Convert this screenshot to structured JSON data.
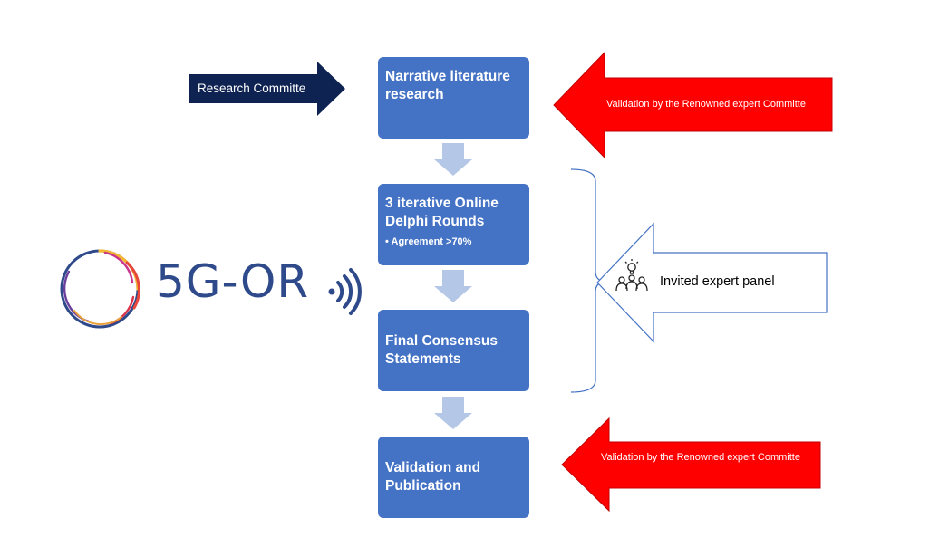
{
  "steps": [
    {
      "title": "Narrative literature research",
      "sub": ""
    },
    {
      "title": "3 iterative Online Delphi Rounds",
      "sub": "• Agreement >70%"
    },
    {
      "title": "Final Consensus Statements",
      "sub": ""
    },
    {
      "title": "Validation and Publication",
      "sub": ""
    }
  ],
  "side_arrows": {
    "research_committee": "Research Committe",
    "validation_top": "Validation by the Renowned expert Committe",
    "validation_bottom": "Validation by the Renowned expert Committe",
    "expert_panel": "Invited expert panel"
  },
  "logo": {
    "text": "5G-OR"
  },
  "colors": {
    "box": "#4472c4",
    "connector": "#b4c7e7",
    "navy_arrow": "#0e2352",
    "red_arrow": "#ff0000",
    "panel_outline": "#4472c4",
    "logo_text": "#2e4a8a"
  },
  "icons": {
    "panel_icon": "people-idea-icon",
    "logo_ring": "ring-logo-icon",
    "signal": "wireless-signal-icon"
  }
}
